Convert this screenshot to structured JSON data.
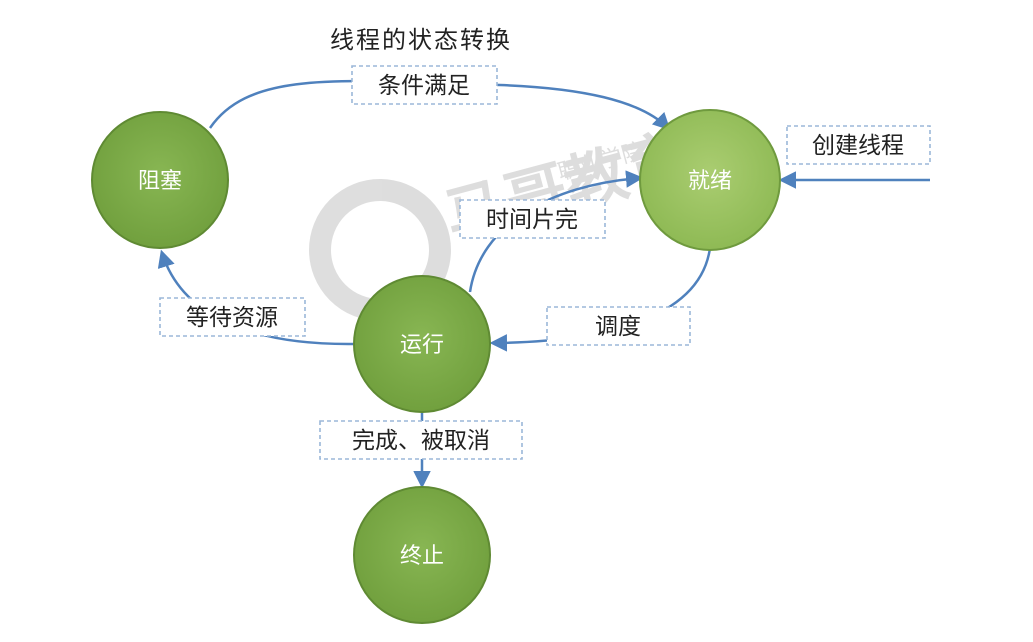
{
  "title": "线程的状态转换",
  "watermark": {
    "brand": "马哥教育",
    "sub": "职业学院"
  },
  "states": {
    "blocked": "阻塞",
    "ready": "就绪",
    "running": "运行",
    "terminated": "终止"
  },
  "transitions": {
    "condition_met": "条件满足",
    "create_thread": "创建线程",
    "time_slice_done": "时间片完",
    "wait_resource": "等待资源",
    "schedule": "调度",
    "completed_cancelled": "完成、被取消"
  },
  "colors": {
    "node_dark": "#79a843",
    "node_light": "#9bc35e",
    "node_border": "#5f8a33",
    "edge": "#4f81bd",
    "label_border": "#9bb7d8"
  }
}
